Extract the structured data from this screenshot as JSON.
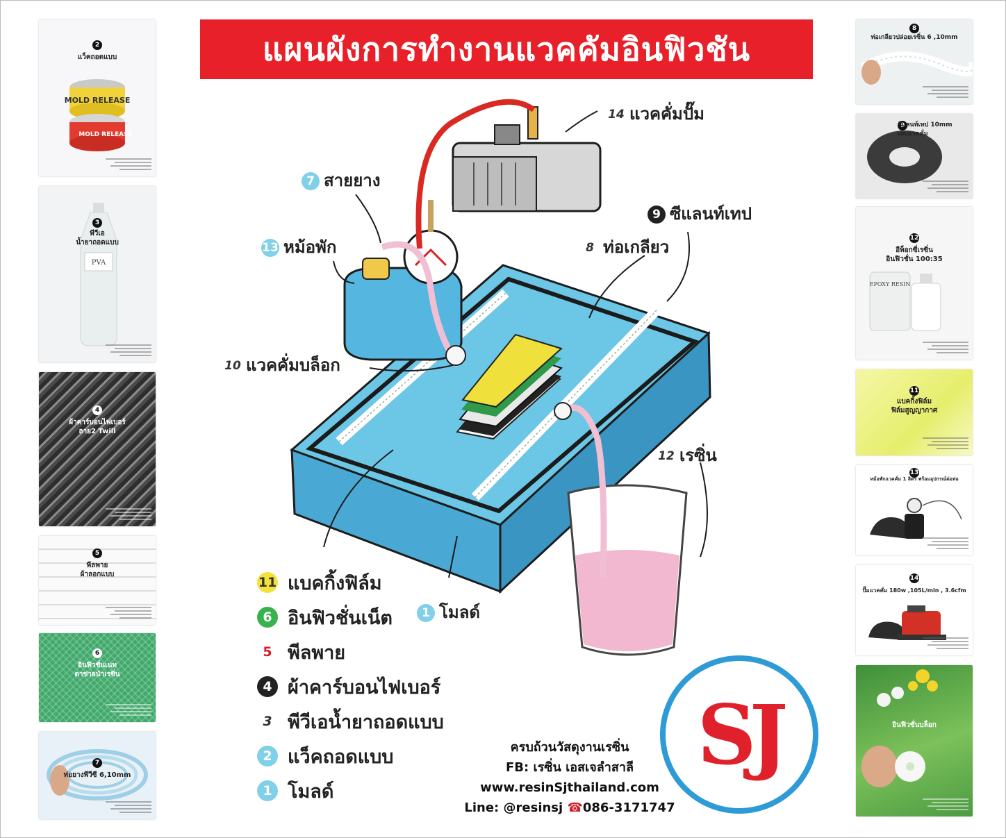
{
  "title": "แผนผังการทำงานแวคคัมอินฟิวชัน",
  "diagram_labels": [
    {
      "num": "14",
      "text": "แวคคั่มปั๊ม"
    },
    {
      "num": "7",
      "text": "สายยาง"
    },
    {
      "num": "9",
      "text": "ซีแลนท์เทป"
    },
    {
      "num": "13",
      "text": "หม้อพัก"
    },
    {
      "num": "8",
      "text": "ท่อเกลียว"
    },
    {
      "num": "10",
      "text": "แวคคั่มบล็อก"
    },
    {
      "num": "12",
      "text": "เรซิ่น"
    },
    {
      "num": "1",
      "text": "โมลด์"
    }
  ],
  "legend": [
    {
      "num": "11",
      "text": "แบคกิ้งฟิล์ม"
    },
    {
      "num": "6",
      "text": "อินฟิวชั่นเน็ต"
    },
    {
      "num": "5",
      "text": "พีลพาย"
    },
    {
      "num": "4",
      "text": "ผ้าคาร์บอนไฟเบอร์"
    },
    {
      "num": "3",
      "text": "พีวีเอน้ำยาถอดแบบ"
    },
    {
      "num": "2",
      "text": "แว็คถอดแบบ"
    },
    {
      "num": "1",
      "text": "โมลด์"
    }
  ],
  "left_cards": [
    {
      "num": "2",
      "caption": "แว็คถอดแบบ"
    },
    {
      "num": "3",
      "caption": "พีวีเอ\nน้ำยาถอดแบบ",
      "bottle_label": "PVA"
    },
    {
      "num": "4",
      "caption": "ผ้าคาร์บอนไฟเบอร์\nลาย2 Twill"
    },
    {
      "num": "5",
      "caption": "พีลพาย\nผ้าลอกแบบ"
    },
    {
      "num": "6",
      "caption": "อินฟิวชั่นเนท\nตาข่ายนำเรซิ่น"
    },
    {
      "num": "7",
      "caption": "ท่อยางพีวีซี 6,10mm"
    }
  ],
  "right_cards": [
    {
      "num": "8",
      "caption": "ท่อเกลียวปล่อยเรซิ่น 6 ,10mm"
    },
    {
      "num": "9",
      "caption": "ซีแลนท์เทป 10mm\nเทปแวคคั่ม"
    },
    {
      "num": "12",
      "caption": "อีพ็อกซี่เรซิ่น\nอินฟิวชั่น 100:35",
      "bottle_label": "EPOXY RESIN"
    },
    {
      "num": "11",
      "caption": "แบคกิ้งฟิล์ม\nฟิล์มสูญญากาศ"
    },
    {
      "num": "13",
      "caption": "หม้อพักแวคคั่ม 1 ลิตร พร้อมอุปกรณ์ต่อท่อ"
    },
    {
      "num": "14",
      "caption": "ปั๊มแวคคั่ม 180w ,105L/min , 3.6cfm"
    },
    {
      "num": "",
      "caption": "อินฟิวชั่นบล็อก"
    }
  ],
  "jar_labels": {
    "top": "MOLD RELEASE",
    "bottom": "MOLD RELEASE"
  },
  "contact": {
    "line1": "ครบถ้วนวัสดุงานเรซิ่น",
    "line2": "FB: เรซิ่น เอสเจลำสาลี",
    "line3": "www.resinSjthailand.com",
    "line4_prefix": "Line: @resinsj ",
    "phone_icon": "☎",
    "line4_phone": "086-3171747"
  },
  "logo_text": "SJ",
  "colors": {
    "banner": "#e8202a",
    "mold": "#69c6e6",
    "logo_ring": "#2f9bd6",
    "logo_text": "#e0202a",
    "resin": "#f2b8cf"
  }
}
